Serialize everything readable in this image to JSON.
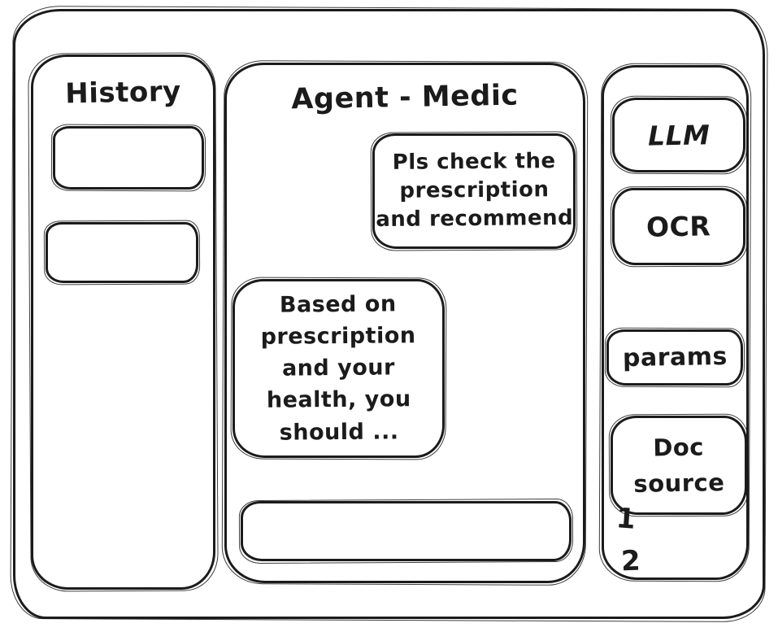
{
  "history_panel": {
    "title": "History",
    "items": [
      {
        "label": ""
      },
      {
        "label": ""
      }
    ]
  },
  "chat_panel": {
    "title": "Agent - Medic",
    "messages": [
      {
        "role": "user",
        "text": "Pls check the\nprescription\nand recommend"
      },
      {
        "role": "assistant",
        "text": "Based on\nprescription\nand your\nhealth, you\nshould ..."
      }
    ],
    "input": {
      "value": "",
      "placeholder": ""
    }
  },
  "tools_panel": {
    "llm_button": "LLM",
    "ocr_button": "OCR",
    "params_button": "params",
    "doc_source_button": "Doc source",
    "doc_source_items": [
      "1",
      "2"
    ]
  },
  "colors": {
    "ink": "#1b1b1b",
    "background": "#ffffff"
  }
}
